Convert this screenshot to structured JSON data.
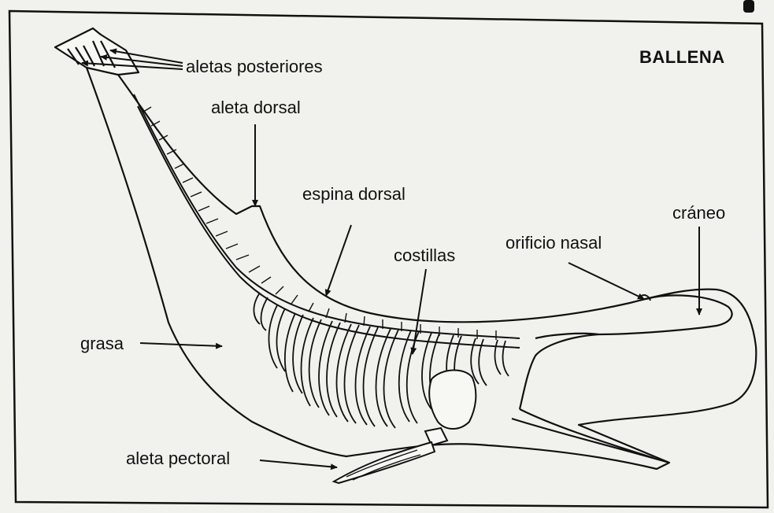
{
  "diagram": {
    "title": "BALLENA",
    "labels": {
      "aletas_posteriores": "aletas posteriores",
      "aleta_dorsal": "aleta dorsal",
      "espina_dorsal": "espina dorsal",
      "craneo": "cráneo",
      "orificio_nasal": "orificio nasal",
      "costillas": "costillas",
      "grasa": "grasa",
      "aleta_pectoral": "aleta pectoral"
    }
  }
}
